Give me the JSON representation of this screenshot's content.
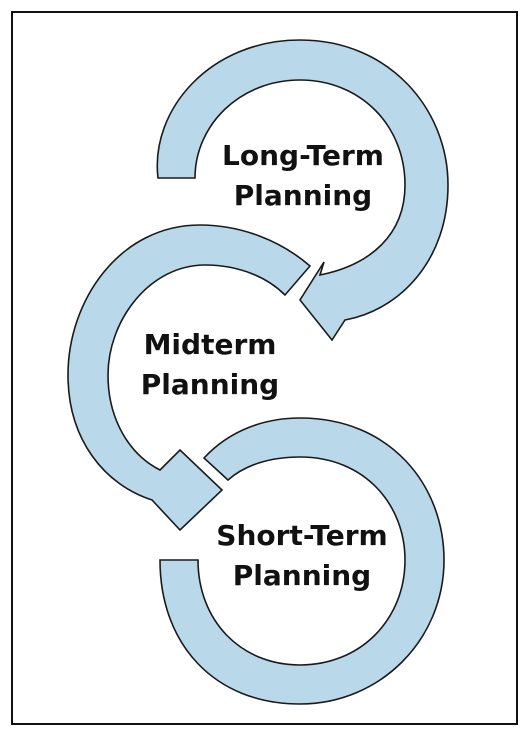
{
  "diagram": {
    "fill_color": "#b9d9ea",
    "stroke_color": "#1a1a1a",
    "stages": [
      {
        "line1": "Long-Term",
        "line2": "Planning"
      },
      {
        "line1": "Midterm",
        "line2": "Planning"
      },
      {
        "line1": "Short-Term",
        "line2": "Planning"
      }
    ]
  }
}
